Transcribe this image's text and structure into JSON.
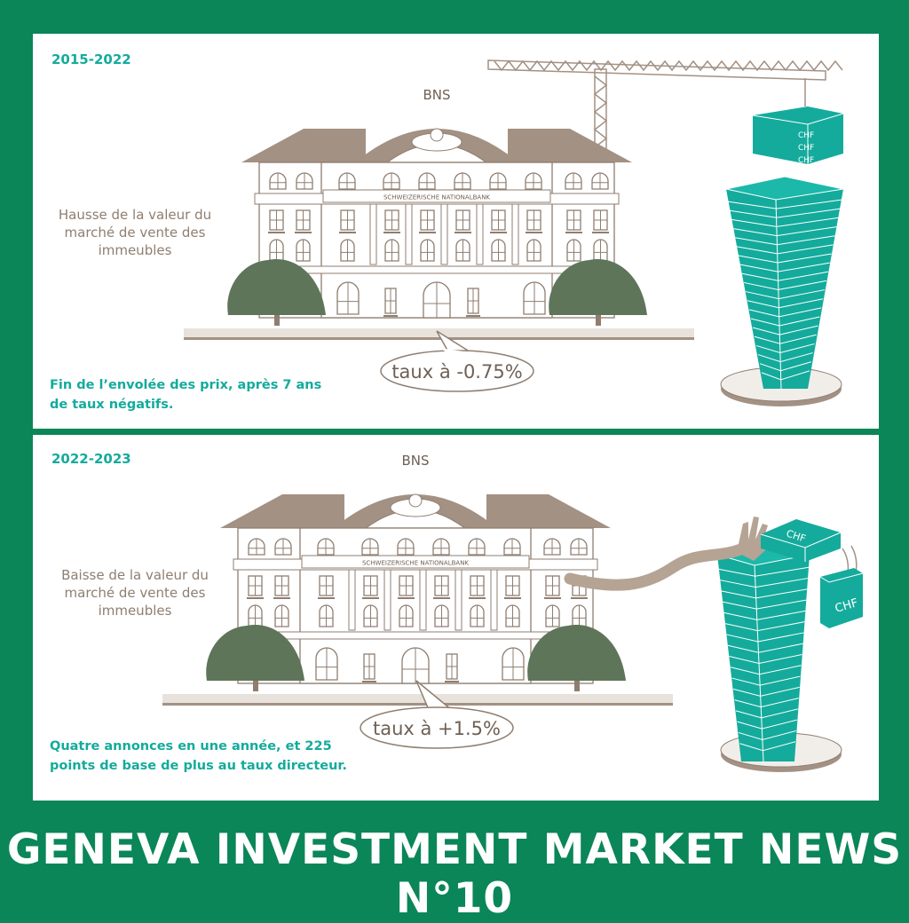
{
  "colors": {
    "frame": "#0a8658",
    "accent": "#14ab9c",
    "taupe": "#a39183",
    "tree": "#5e7559"
  },
  "panels": [
    {
      "period": "2015-2022",
      "building_label": "BNS",
      "building_sign": "SCHWEIZERISCHE NATIONALBANK",
      "description": "Hausse de la valeur du marché de vente des immeubles",
      "rate": "taux à -0.75%",
      "note_line1": "Fin de l’envolée des prix, après 7 ans",
      "note_line2": "de taux négatifs.",
      "block_labels": [
        "CHF",
        "CHF",
        "CHF"
      ]
    },
    {
      "period": "2022-2023",
      "building_label": "BNS",
      "building_sign": "SCHWEIZERISCHE NATIONALBANK",
      "description": "Baisse de la valeur du marché de vente des immeubles",
      "rate": "taux à +1.5%",
      "note_line1": "Quatre annonces en une année, et 225",
      "note_line2": "points de base de plus au taux directeur.",
      "block_labels": [
        "CHF",
        "CHF"
      ]
    }
  ],
  "footer": {
    "title": "GENEVA INVESTMENT MARKET NEWS N°10"
  }
}
